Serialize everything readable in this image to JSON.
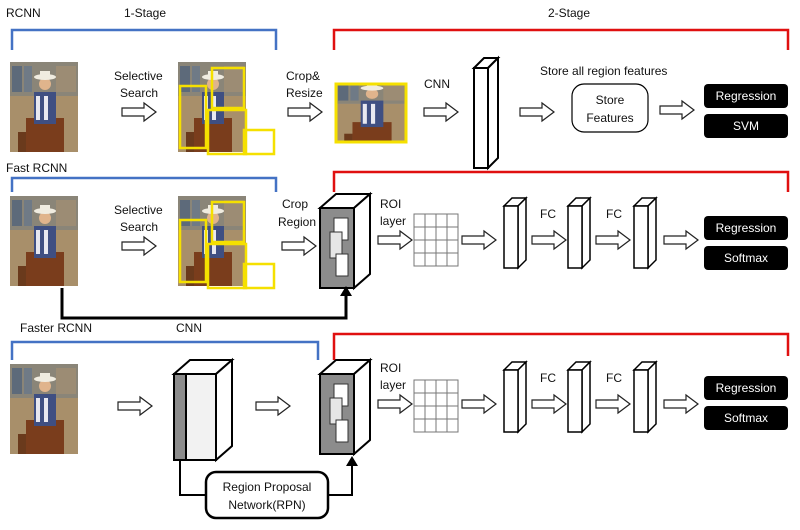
{
  "colors": {
    "stage1_bracket": "#4472c4",
    "stage2_bracket": "#e01010",
    "highlight_box": "#f5e000",
    "output_box": "#000000",
    "feature_box_light": "#f2f2f2",
    "feature_box_dark": "#8c8c8c"
  },
  "headers": {
    "rcnn": "RCNN",
    "stage1": "1-Stage",
    "stage2": "2-Stage",
    "fast_rcnn": "Fast RCNN",
    "faster_rcnn": "Faster RCNN"
  },
  "rcnn": {
    "selective_search_1": "Selective",
    "selective_search_2": "Search",
    "crop_resize_1": "Crop&",
    "crop_resize_2": "Resize",
    "cnn": "CNN",
    "store_all": "Store all region features",
    "store_features_1": "Store",
    "store_features_2": "Features",
    "out_regression": "Regression",
    "out_svm": "SVM"
  },
  "fast_rcnn": {
    "selective_search_1": "Selective",
    "selective_search_2": "Search",
    "crop_region_1": "Crop",
    "crop_region_2": "Region",
    "roi_1": "ROI",
    "roi_2": "layer",
    "fc_1": "FC",
    "fc_2": "FC",
    "out_regression": "Regression",
    "out_softmax": "Softmax",
    "cnn_bottom": "CNN"
  },
  "faster_rcnn": {
    "roi_1": "ROI",
    "roi_2": "layer",
    "fc_1": "FC",
    "fc_2": "FC",
    "out_regression": "Regression",
    "out_softmax": "Softmax",
    "rpn_1": "Region Proposal",
    "rpn_2": "Network(RPN)"
  },
  "icons": [
    "input-photo-icon",
    "arrow-right-icon",
    "feature-map-icon",
    "roi-grid-icon",
    "fc-layer-icon"
  ]
}
